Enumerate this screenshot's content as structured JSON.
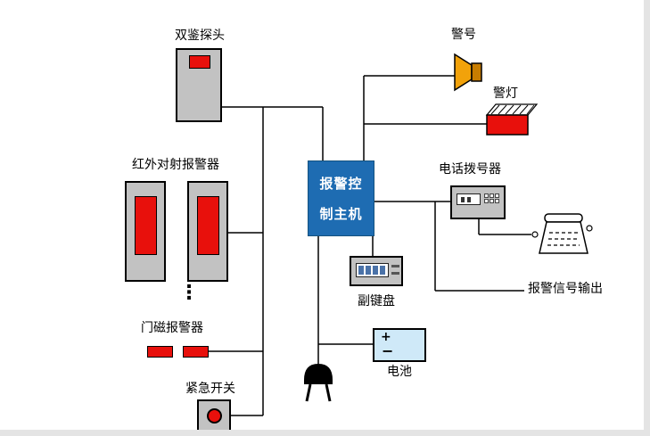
{
  "nodes": {
    "dual_sensor": {
      "label": "双鉴探头"
    },
    "infrared": {
      "label": "红外对射报警器"
    },
    "ellipsis": {
      "glyph": "⋮"
    },
    "door_magnet": {
      "label": "门磁报警器"
    },
    "emergency_switch": {
      "label": "紧急开关"
    },
    "controller": {
      "line1": "报警控",
      "line2": "制主机"
    },
    "siren": {
      "label": "警号"
    },
    "alarm_light": {
      "label": "警灯"
    },
    "dialer": {
      "label": "电话拨号器"
    },
    "signal_output": {
      "label": "报警信号输出"
    },
    "sub_keypad": {
      "label": "副键盘"
    },
    "battery": {
      "label": "电池",
      "plus": "+",
      "minus": "−"
    }
  },
  "colors": {
    "device_gray": "#c2c2c2",
    "alarm_red": "#e8100c",
    "controller_blue": "#1e6cb2",
    "battery_blue": "#cfe9f8",
    "siren_yellow": "#f2a20a",
    "line_black": "#000000"
  }
}
